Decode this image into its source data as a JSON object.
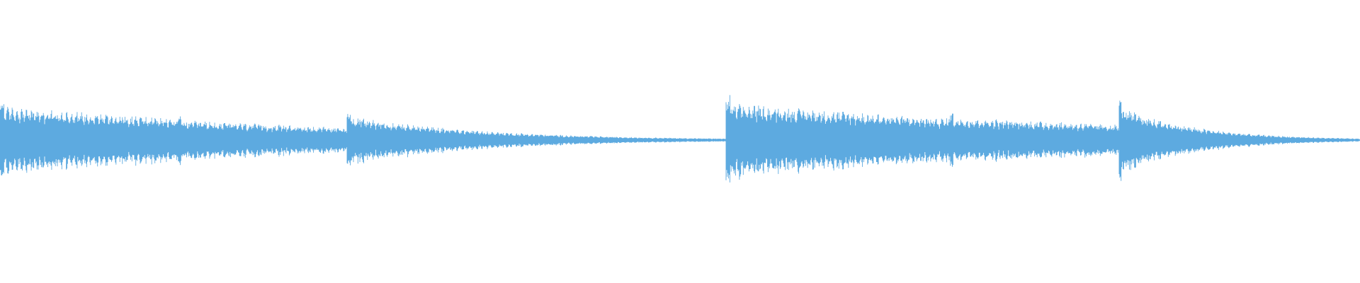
{
  "waveform": {
    "color": "#5daae0",
    "background": "#ffffff",
    "segments": [
      {
        "amplitude_start": 0.22,
        "amplitude_end": 0.14,
        "decay": "linear"
      },
      {
        "amplitude_start": 0.13,
        "amplitude_end": 0.08,
        "decay": "linear"
      },
      {
        "amplitude_start": 0.16,
        "amplitude_end": 0.01,
        "decay": "exponential"
      },
      {
        "amplitude_start": 0.24,
        "amplitude_end": 0.14,
        "decay": "linear"
      },
      {
        "amplitude_start": 0.15,
        "amplitude_end": 0.1,
        "decay": "linear"
      },
      {
        "amplitude_start": 0.22,
        "amplitude_end": 0.01,
        "decay": "exponential"
      }
    ]
  }
}
